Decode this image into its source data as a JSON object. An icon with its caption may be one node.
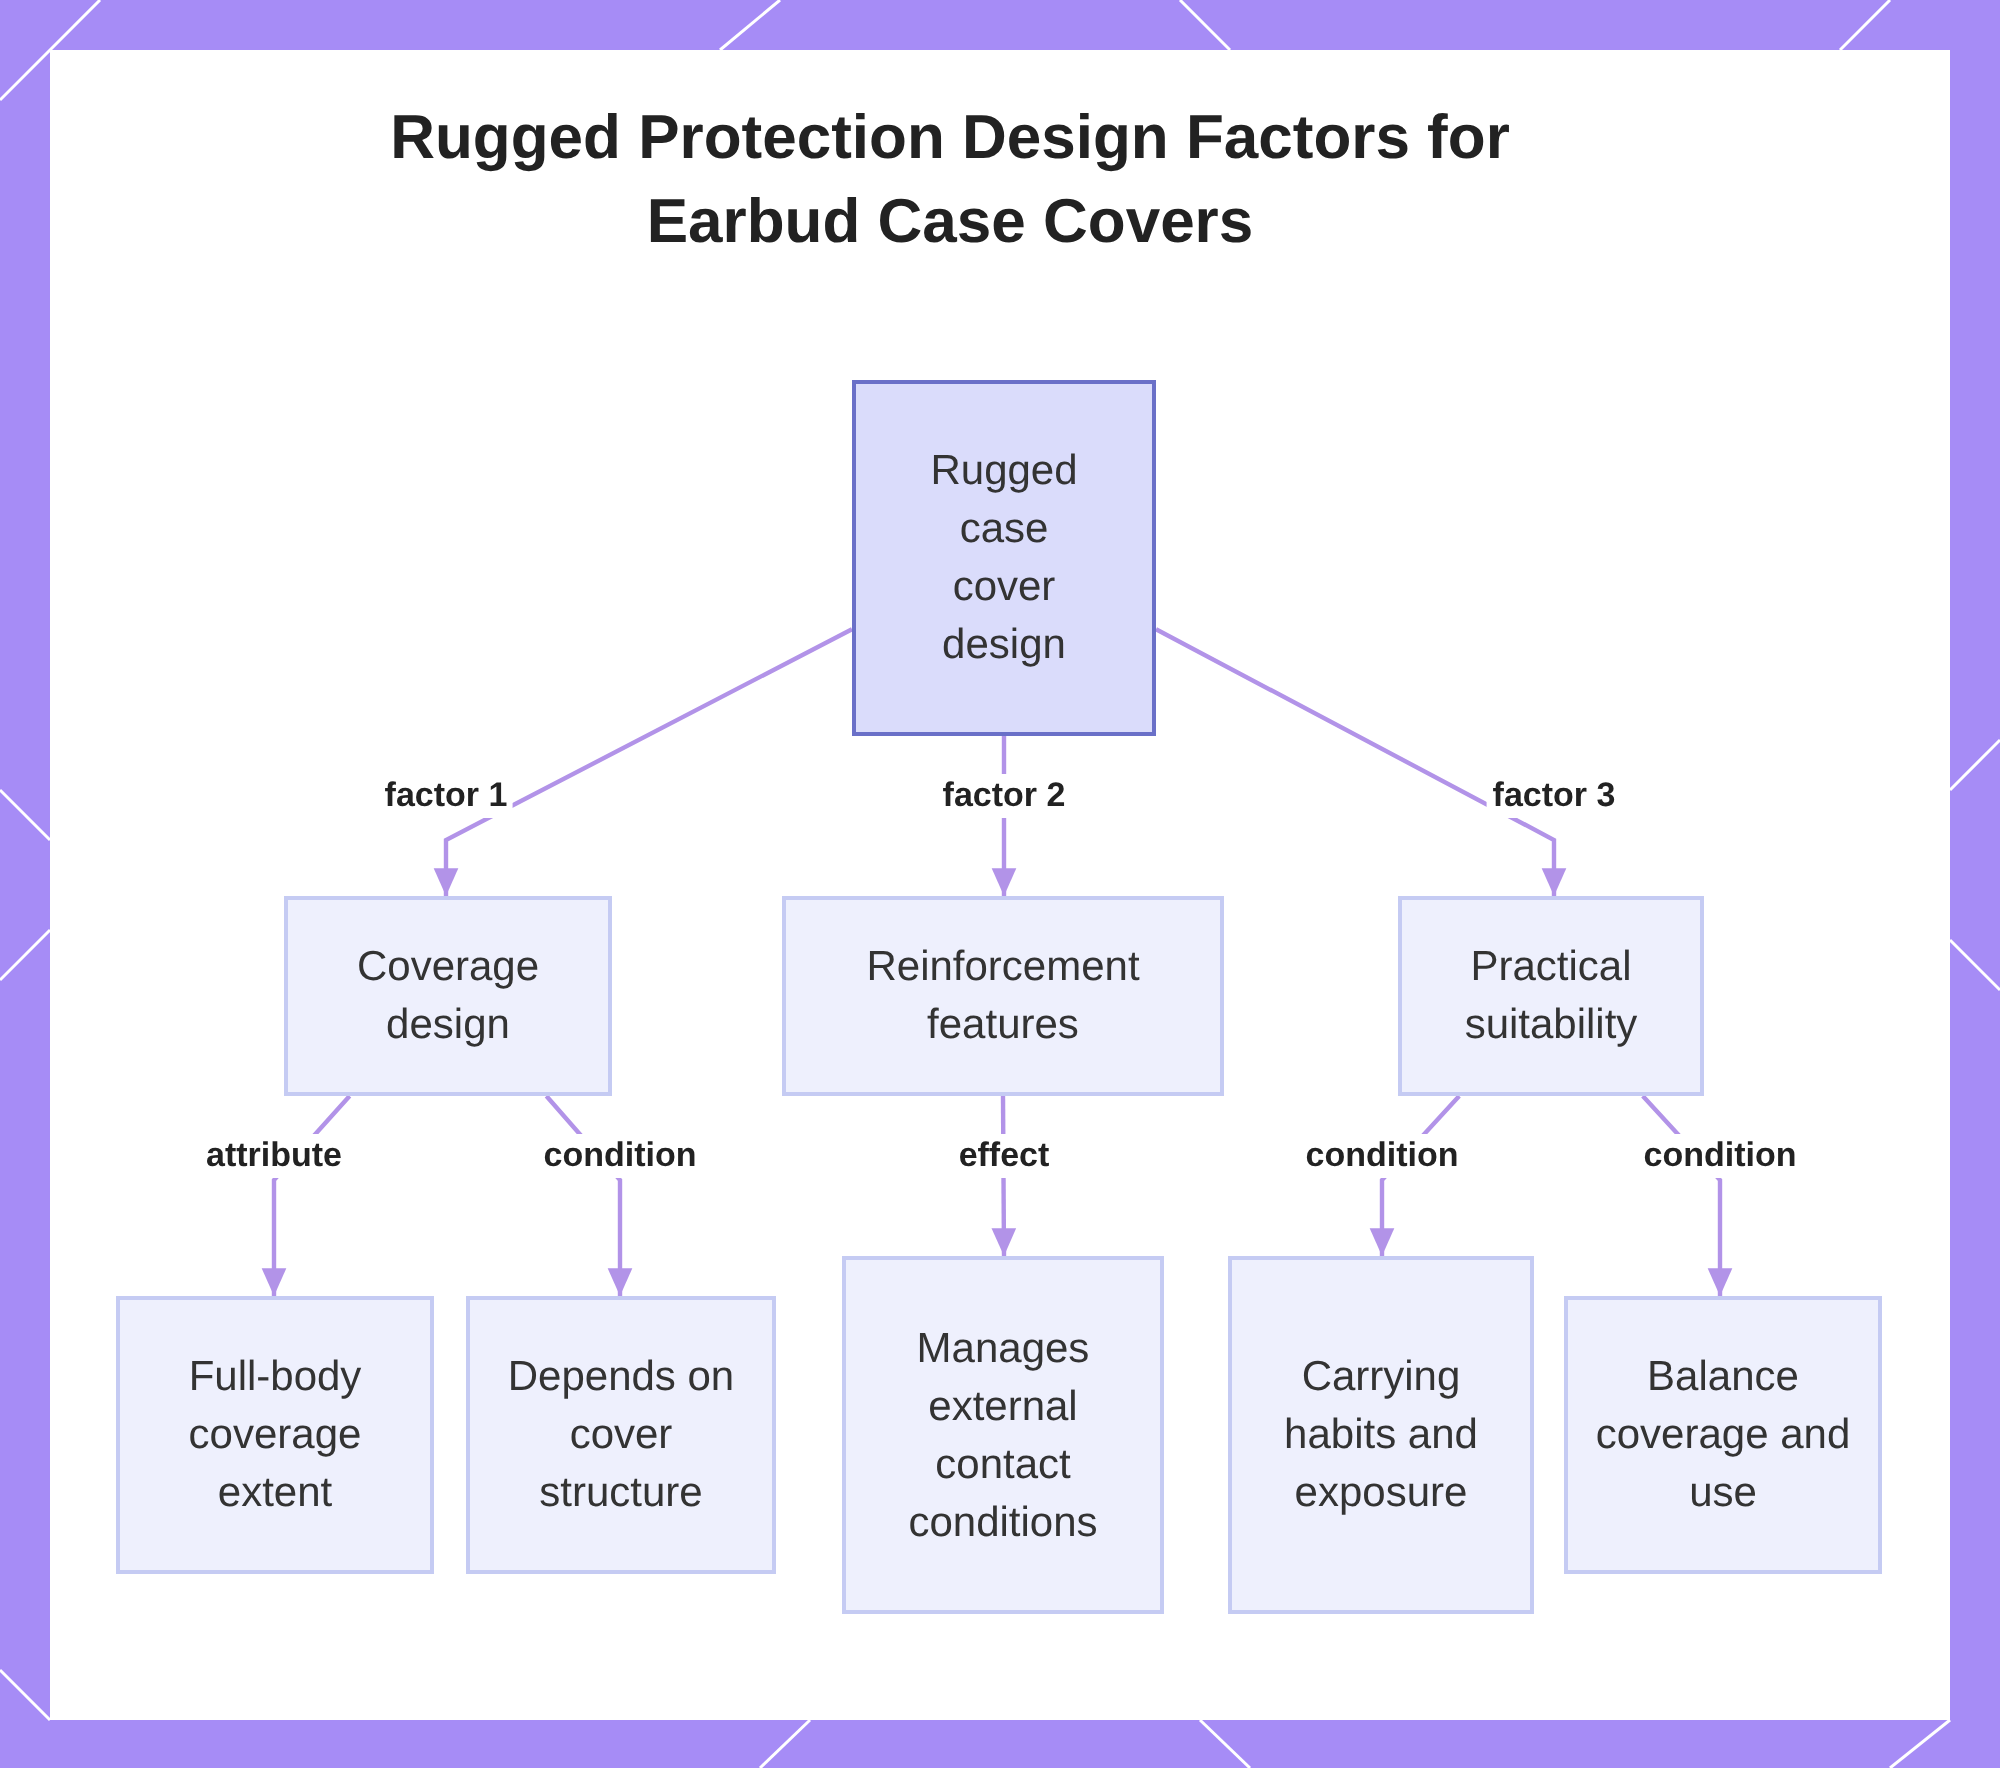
{
  "diagram": {
    "title": "Rugged Protection Design Factors for Earbud Case Covers",
    "nodes": [
      {
        "text": [
          "Rugged case cover design"
        ]
      },
      {
        "text": [
          "Coverage design"
        ]
      },
      {
        "text": [
          "Reinforcement features"
        ]
      },
      {
        "text": [
          "Practical suitability"
        ]
      },
      {
        "text": [
          "Full-body coverage extent"
        ]
      },
      {
        "text": [
          "Depends on cover structure"
        ]
      },
      {
        "text": [
          "Manages external contact conditions"
        ]
      },
      {
        "text": [
          "Carrying habits and exposure"
        ]
      },
      {
        "text": [
          "Balance coverage and use"
        ]
      }
    ],
    "edges": [
      {
        "from": 0,
        "to": 1,
        "arrow": "to",
        "label": "factor 1"
      },
      {
        "from": 0,
        "to": 2,
        "arrow": "to",
        "label": "factor 2"
      },
      {
        "from": 0,
        "to": 3,
        "arrow": "to",
        "label": "factor 3"
      },
      {
        "from": 1,
        "to": 4,
        "arrow": "to",
        "label": "attribute"
      },
      {
        "from": 1,
        "to": 5,
        "arrow": "to",
        "label": "condition"
      },
      {
        "from": 2,
        "to": 6,
        "arrow": "to",
        "label": "effect"
      },
      {
        "from": 3,
        "to": 7,
        "arrow": "to",
        "label": "condition"
      },
      {
        "from": 3,
        "to": 8,
        "arrow": "to",
        "label": "condition"
      }
    ]
  }
}
